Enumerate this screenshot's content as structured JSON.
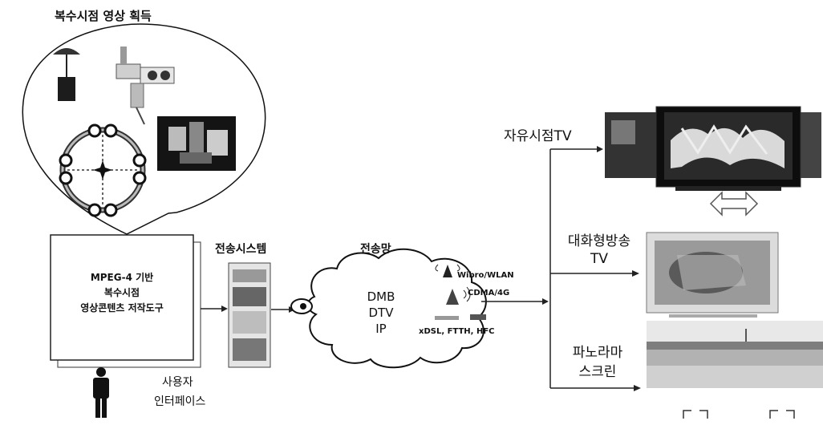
{
  "capture": {
    "title": "복수시점 영상 획득"
  },
  "authoring": {
    "line1": "MPEG-4 기반",
    "line2": "복수시점",
    "line3": "영상콘텐츠 저작도구"
  },
  "user": {
    "line1": "사용자",
    "line2": "인터페이스"
  },
  "transmission_system": {
    "label": "전송시스템"
  },
  "network": {
    "label": "전송망",
    "items": [
      "DMB",
      "DTV",
      "IP"
    ],
    "wibro": "Wibro/WLAN",
    "cdma": "CDMA/4G",
    "xdsl": "xDSL, FTTH, HFC"
  },
  "outputs": {
    "free_view": "자유시점TV",
    "interactive_line1": "대화형방송",
    "interactive_line2": "TV",
    "panorama_line1": "파노라마",
    "panorama_line2": "스크린"
  }
}
